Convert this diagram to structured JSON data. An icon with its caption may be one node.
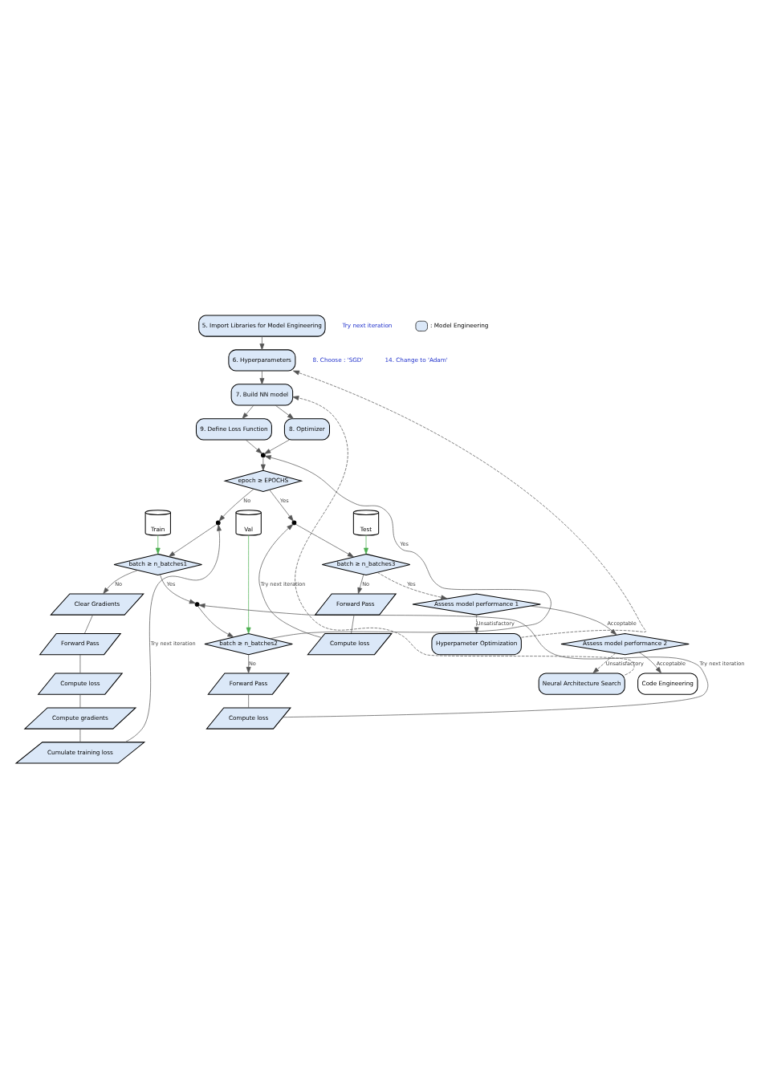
{
  "diagram": {
    "nodes": [
      {
        "text": [
          "Train"
        ]
      },
      {
        "text": [
          "Val"
        ]
      },
      {
        "text": [
          "Test"
        ]
      },
      {
        "text": [
          "5. Import Libraries for Model Engineering"
        ]
      },
      {
        "text": [
          "6. Hyperparameters"
        ]
      },
      {
        "text": [
          "7. Build NN model"
        ]
      },
      {
        "text": [
          "9. Define Loss Function"
        ]
      },
      {
        "text": [
          "8. Optimizer"
        ]
      },
      {
        "text": [],
        "shape": "circle"
      },
      {
        "text": [
          "epoch ≥ EPOCHS"
        ]
      },
      {
        "text": [],
        "shape": "circle"
      },
      {
        "text": [
          "batch ≥ n_batches1"
        ]
      },
      {
        "text": [
          "Clear Gradients"
        ]
      },
      {
        "text": [
          "Forward Pass"
        ]
      },
      {
        "text": [
          "Compute loss"
        ]
      },
      {
        "text": [
          "Compute gradients"
        ]
      },
      {
        "text": [
          "Cumulate training loss"
        ]
      },
      {
        "text": [],
        "shape": "circle"
      },
      {
        "text": [
          "batch ≥ n_batches2"
        ]
      },
      {
        "text": [
          "Forward Pass"
        ]
      },
      {
        "text": [
          "Compute loss"
        ]
      },
      {
        "text": [],
        "shape": "circle"
      },
      {
        "text": [
          "batch ≥ n_batches3"
        ]
      },
      {
        "text": [
          "Forward Pass"
        ]
      },
      {
        "text": [
          "Compute loss"
        ]
      },
      {
        "text": [
          "Assess model performance 1"
        ]
      },
      {
        "text": [
          "Assess model performance 2"
        ]
      },
      {
        "text": [
          "Code Engineering"
        ]
      },
      {
        "text": [
          "Hyperpameter Optimization"
        ]
      },
      {
        "text": [
          "Neural Architecture Search"
        ]
      }
    ],
    "edges": [
      {
        "from": 3,
        "to": 4,
        "arrow": "to"
      },
      {
        "from": 4,
        "to": 5,
        "arrow": "to"
      },
      {
        "from": 5,
        "to": 6,
        "arrow": "to"
      },
      {
        "from": 5,
        "to": 7,
        "arrow": "to"
      },
      {
        "from": 6,
        "to": 8,
        "arrow": "to"
      },
      {
        "from": 7,
        "to": 8,
        "arrow": "to"
      },
      {
        "from": 8,
        "to": 9,
        "arrow": "to"
      },
      {
        "from": 9,
        "to": 10,
        "label": "No",
        "arrow": "to"
      },
      {
        "from": 10,
        "to": 11,
        "arrow": "to"
      },
      {
        "from": 11,
        "to": 12,
        "label": "No",
        "arrow": "to"
      },
      {
        "from": 12,
        "to": 13,
        "arrow": "none"
      },
      {
        "from": 13,
        "to": 14,
        "arrow": "none"
      },
      {
        "from": 14,
        "to": 15,
        "arrow": "none"
      },
      {
        "from": 15,
        "to": 16,
        "arrow": "none"
      },
      {
        "from": 16,
        "to": 10,
        "label": "Try next iteration",
        "arrow": "to"
      },
      {
        "from": 11,
        "to": 17,
        "label": "Yes",
        "arrow": "to"
      },
      {
        "from": 17,
        "to": 18,
        "arrow": "to"
      },
      {
        "from": 18,
        "to": 19,
        "label": "No",
        "arrow": "to"
      },
      {
        "from": 19,
        "to": 20,
        "arrow": "none"
      },
      {
        "from": 20,
        "to": 17,
        "label": "Try next iteration",
        "arrow": "to"
      },
      {
        "from": 18,
        "to": 8,
        "label": "Yes",
        "arrow": "to"
      },
      {
        "from": 9,
        "to": 21,
        "label": "Yes",
        "arrow": "to"
      },
      {
        "from": 21,
        "to": 22,
        "arrow": "to"
      },
      {
        "from": 22,
        "to": 23,
        "label": "No",
        "arrow": "to"
      },
      {
        "from": 23,
        "to": 24,
        "arrow": "none"
      },
      {
        "from": 24,
        "to": 21,
        "label": "Try next iteration",
        "arrow": "to"
      },
      {
        "from": 22,
        "to": 25,
        "label": "Yes",
        "arrow": "to",
        "style": "dashed"
      },
      {
        "from": 25,
        "to": 26,
        "label": "Acceptable",
        "arrow": "to"
      },
      {
        "from": 26,
        "to": 27,
        "label": "Acceptable",
        "arrow": "to"
      },
      {
        "from": 25,
        "to": 28,
        "label": "Unsatisfactory",
        "arrow": "to",
        "style": "dashed"
      },
      {
        "from": 26,
        "to": 29,
        "label": "Unsatisfactory",
        "arrow": "to",
        "style": "dashed"
      },
      {
        "from": 28,
        "to": 4,
        "arrow": "to",
        "style": "dashed"
      },
      {
        "from": 29,
        "to": 5,
        "arrow": "to",
        "style": "dashed"
      },
      {
        "from": 0,
        "to": 11,
        "arrow": "to",
        "color": "#4caf50"
      },
      {
        "from": 1,
        "to": 18,
        "arrow": "to",
        "color": "#4caf50"
      },
      {
        "from": 2,
        "to": 22,
        "arrow": "to",
        "color": "#4caf50"
      }
    ],
    "labels": [
      "8. Choose : 'SGD'",
      "14. Change to 'Adam'",
      "Try next iteration"
    ],
    "legend": [
      {
        "text": ": Model Engineering",
        "color": "#dbe8f8"
      }
    ]
  }
}
